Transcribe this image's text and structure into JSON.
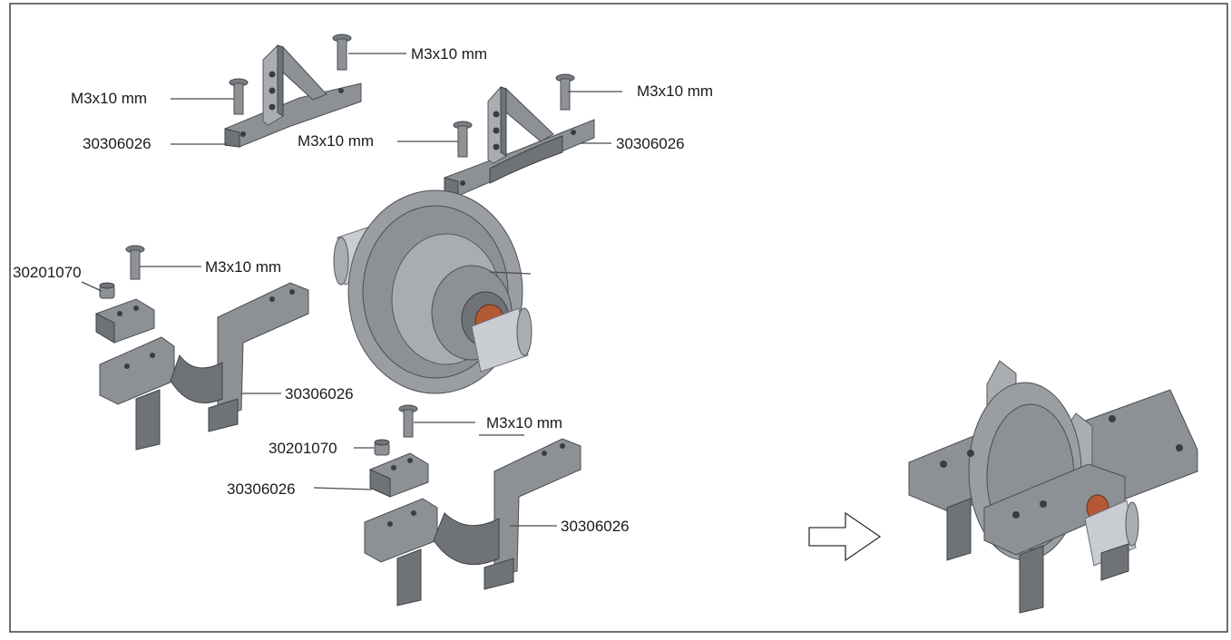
{
  "labels": {
    "screw_top_center": "M3x10 mm",
    "screw_top_left": "M3x10 mm",
    "bracket_top_left": "30306026",
    "screw_top_right": "M3x10 mm",
    "screw_mid_right": "M3x10 mm",
    "bracket_top_right": "30306026",
    "screw_left_mount": "M3x10 mm",
    "nut_left": "30201070",
    "mount_left": "30306026",
    "screw_bottom_mount": "M3x10 mm",
    "nut_bottom": "30201070",
    "cap_bottom": "30306026",
    "mount_bottom": "30306026"
  },
  "colors": {
    "part": "#8d9196",
    "bearing": "#b35a35",
    "frame": "#333333"
  },
  "icons": {
    "assembly_arrow": "arrow-right-outline-icon"
  }
}
